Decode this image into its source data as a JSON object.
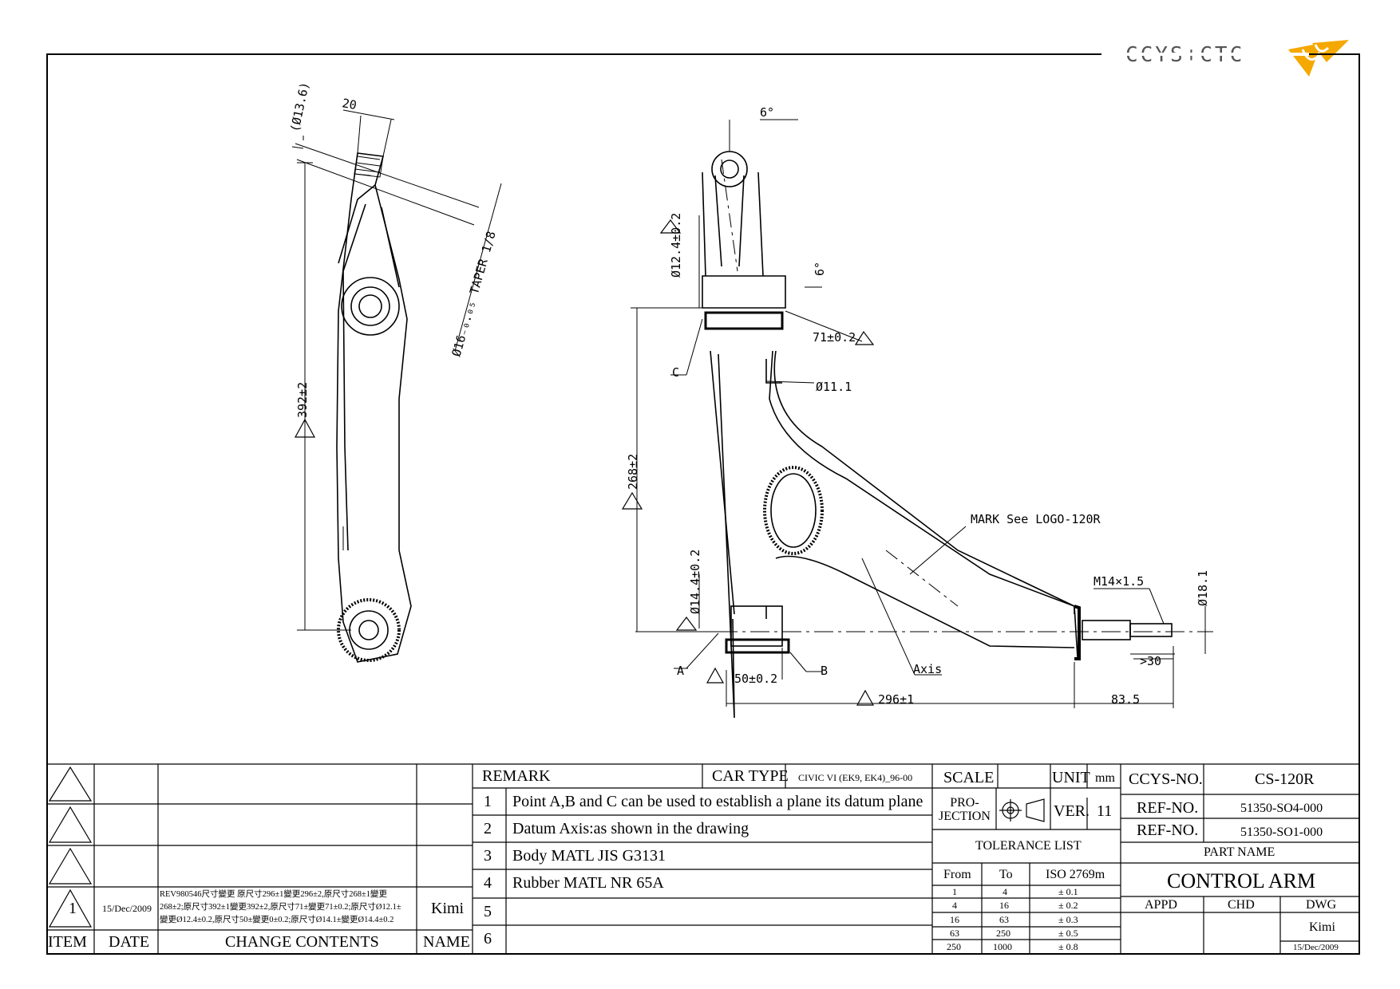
{
  "logo": {
    "text": "CCYS+CTC",
    "accent": "#f5a800"
  },
  "dims_left": {
    "d136": "(Ø13.6)",
    "d20": "20",
    "taper": "Ø16₋₀.₀₅ TAPER 1/8",
    "d392": "392±2"
  },
  "dims_right": {
    "d6a": "6°",
    "d124": "Ø12.4±0.2",
    "d6b": "6°",
    "d71": "71±0.2",
    "d111": "Ø11.1",
    "c": "C",
    "d268": "268±2",
    "mark": "MARK See LOGO-120R",
    "m14": "M14×1.5",
    "d181": "Ø18.1",
    "d144": "Ø14.4±0.2",
    "a": "A",
    "d50": "50±0.2",
    "b": "B",
    "axis": "Axis",
    "d30": ">30",
    "d296": "296±1",
    "d835": "83.5"
  },
  "title_block": {
    "remark_label": "REMARK",
    "car_type_label": "CAR TYPE",
    "car_type_value": "CIVIC VI (EK9, EK4)_96-00",
    "remarks": [
      {
        "num": "1",
        "text": "Point A,B and C can be used to establish a plane its datum plane"
      },
      {
        "num": "2",
        "text": "Datum Axis:as shown in the drawing"
      },
      {
        "num": "3",
        "text": "Body MATL JIS G3131"
      },
      {
        "num": "4",
        "text": "Rubber MATL NR 65A"
      },
      {
        "num": "5",
        "text": ""
      },
      {
        "num": "6",
        "text": ""
      }
    ],
    "revision": {
      "item": "1",
      "date": "15/Dec/2009",
      "contents_line1": "REV980546尺寸變更 原尺寸296±1變更296±2,原尺寸268±1變更",
      "contents_line2": "268±2;原尺寸392±1變更392±2,原尺寸71±變更71±0.2;原尺寸Ø12.1±",
      "contents_line3": "變更Ø12.4±0.2,原尺寸50±變更0±0.2;原尺寸Ø14.1±變更Ø14.4±0.2",
      "name": "Kimi"
    },
    "headers": {
      "item": "ITEM",
      "date": "DATE",
      "change": "CHANGE CONTENTS",
      "name": "NAME"
    },
    "scale_label": "SCALE",
    "unit_label": "UNIT",
    "unit_value": "mm",
    "projection_label": "PRO-\nJECTION",
    "ver_label": "VER.",
    "ver_value": "11",
    "tolerance_title": "TOLERANCE LIST",
    "tol_headers": {
      "from": "From",
      "to": "To",
      "iso": "ISO 2769m"
    },
    "tolerances": [
      {
        "from": "1",
        "to": "4",
        "tol": "± 0.1"
      },
      {
        "from": "4",
        "to": "16",
        "tol": "± 0.2"
      },
      {
        "from": "16",
        "to": "63",
        "tol": "± 0.3"
      },
      {
        "from": "63",
        "to": "250",
        "tol": "± 0.5"
      },
      {
        "from": "250",
        "to": "1000",
        "tol": "± 0.8"
      }
    ],
    "ccys_no_label": "CCYS-NO.",
    "ccys_no_value": "CS-120R",
    "ref_label_1": "REF-NO.",
    "ref_value_1": "51350-SO4-000",
    "ref_label_2": "REF-NO.",
    "ref_value_2": "51350-SO1-000",
    "part_name_label": "PART NAME",
    "part_name_value": "CONTROL ARM",
    "appd_label": "APPD",
    "chd_label": "CHD",
    "dwg_label": "DWG",
    "dwg_name": "Kimi",
    "dwg_date": "15/Dec/2009"
  }
}
